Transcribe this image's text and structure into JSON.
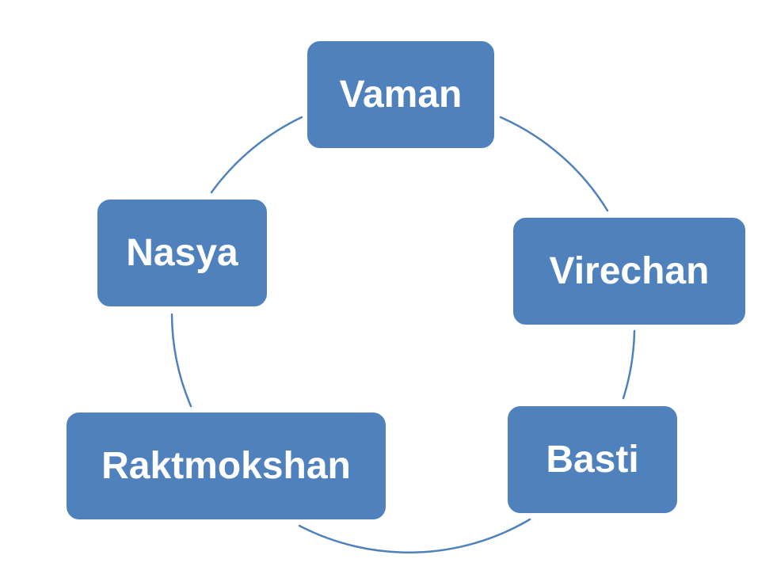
{
  "diagram": {
    "type": "cycle",
    "nodes": [
      {
        "id": "vaman",
        "label": "Vaman"
      },
      {
        "id": "virechan",
        "label": "Virechan"
      },
      {
        "id": "basti",
        "label": "Basti"
      },
      {
        "id": "raktmokshan",
        "label": "Raktmokshan"
      },
      {
        "id": "nasya",
        "label": "Nasya"
      }
    ],
    "edges": [
      {
        "from": "vaman",
        "to": "virechan"
      },
      {
        "from": "virechan",
        "to": "basti"
      },
      {
        "from": "basti",
        "to": "raktmokshan"
      },
      {
        "from": "raktmokshan",
        "to": "nasya"
      },
      {
        "from": "nasya",
        "to": "vaman"
      }
    ],
    "colors": {
      "node_fill": "#4f81bd",
      "node_border": "#ffffff",
      "node_text": "#ffffff",
      "connector": "#4f81bd",
      "background": "#ffffff"
    }
  }
}
